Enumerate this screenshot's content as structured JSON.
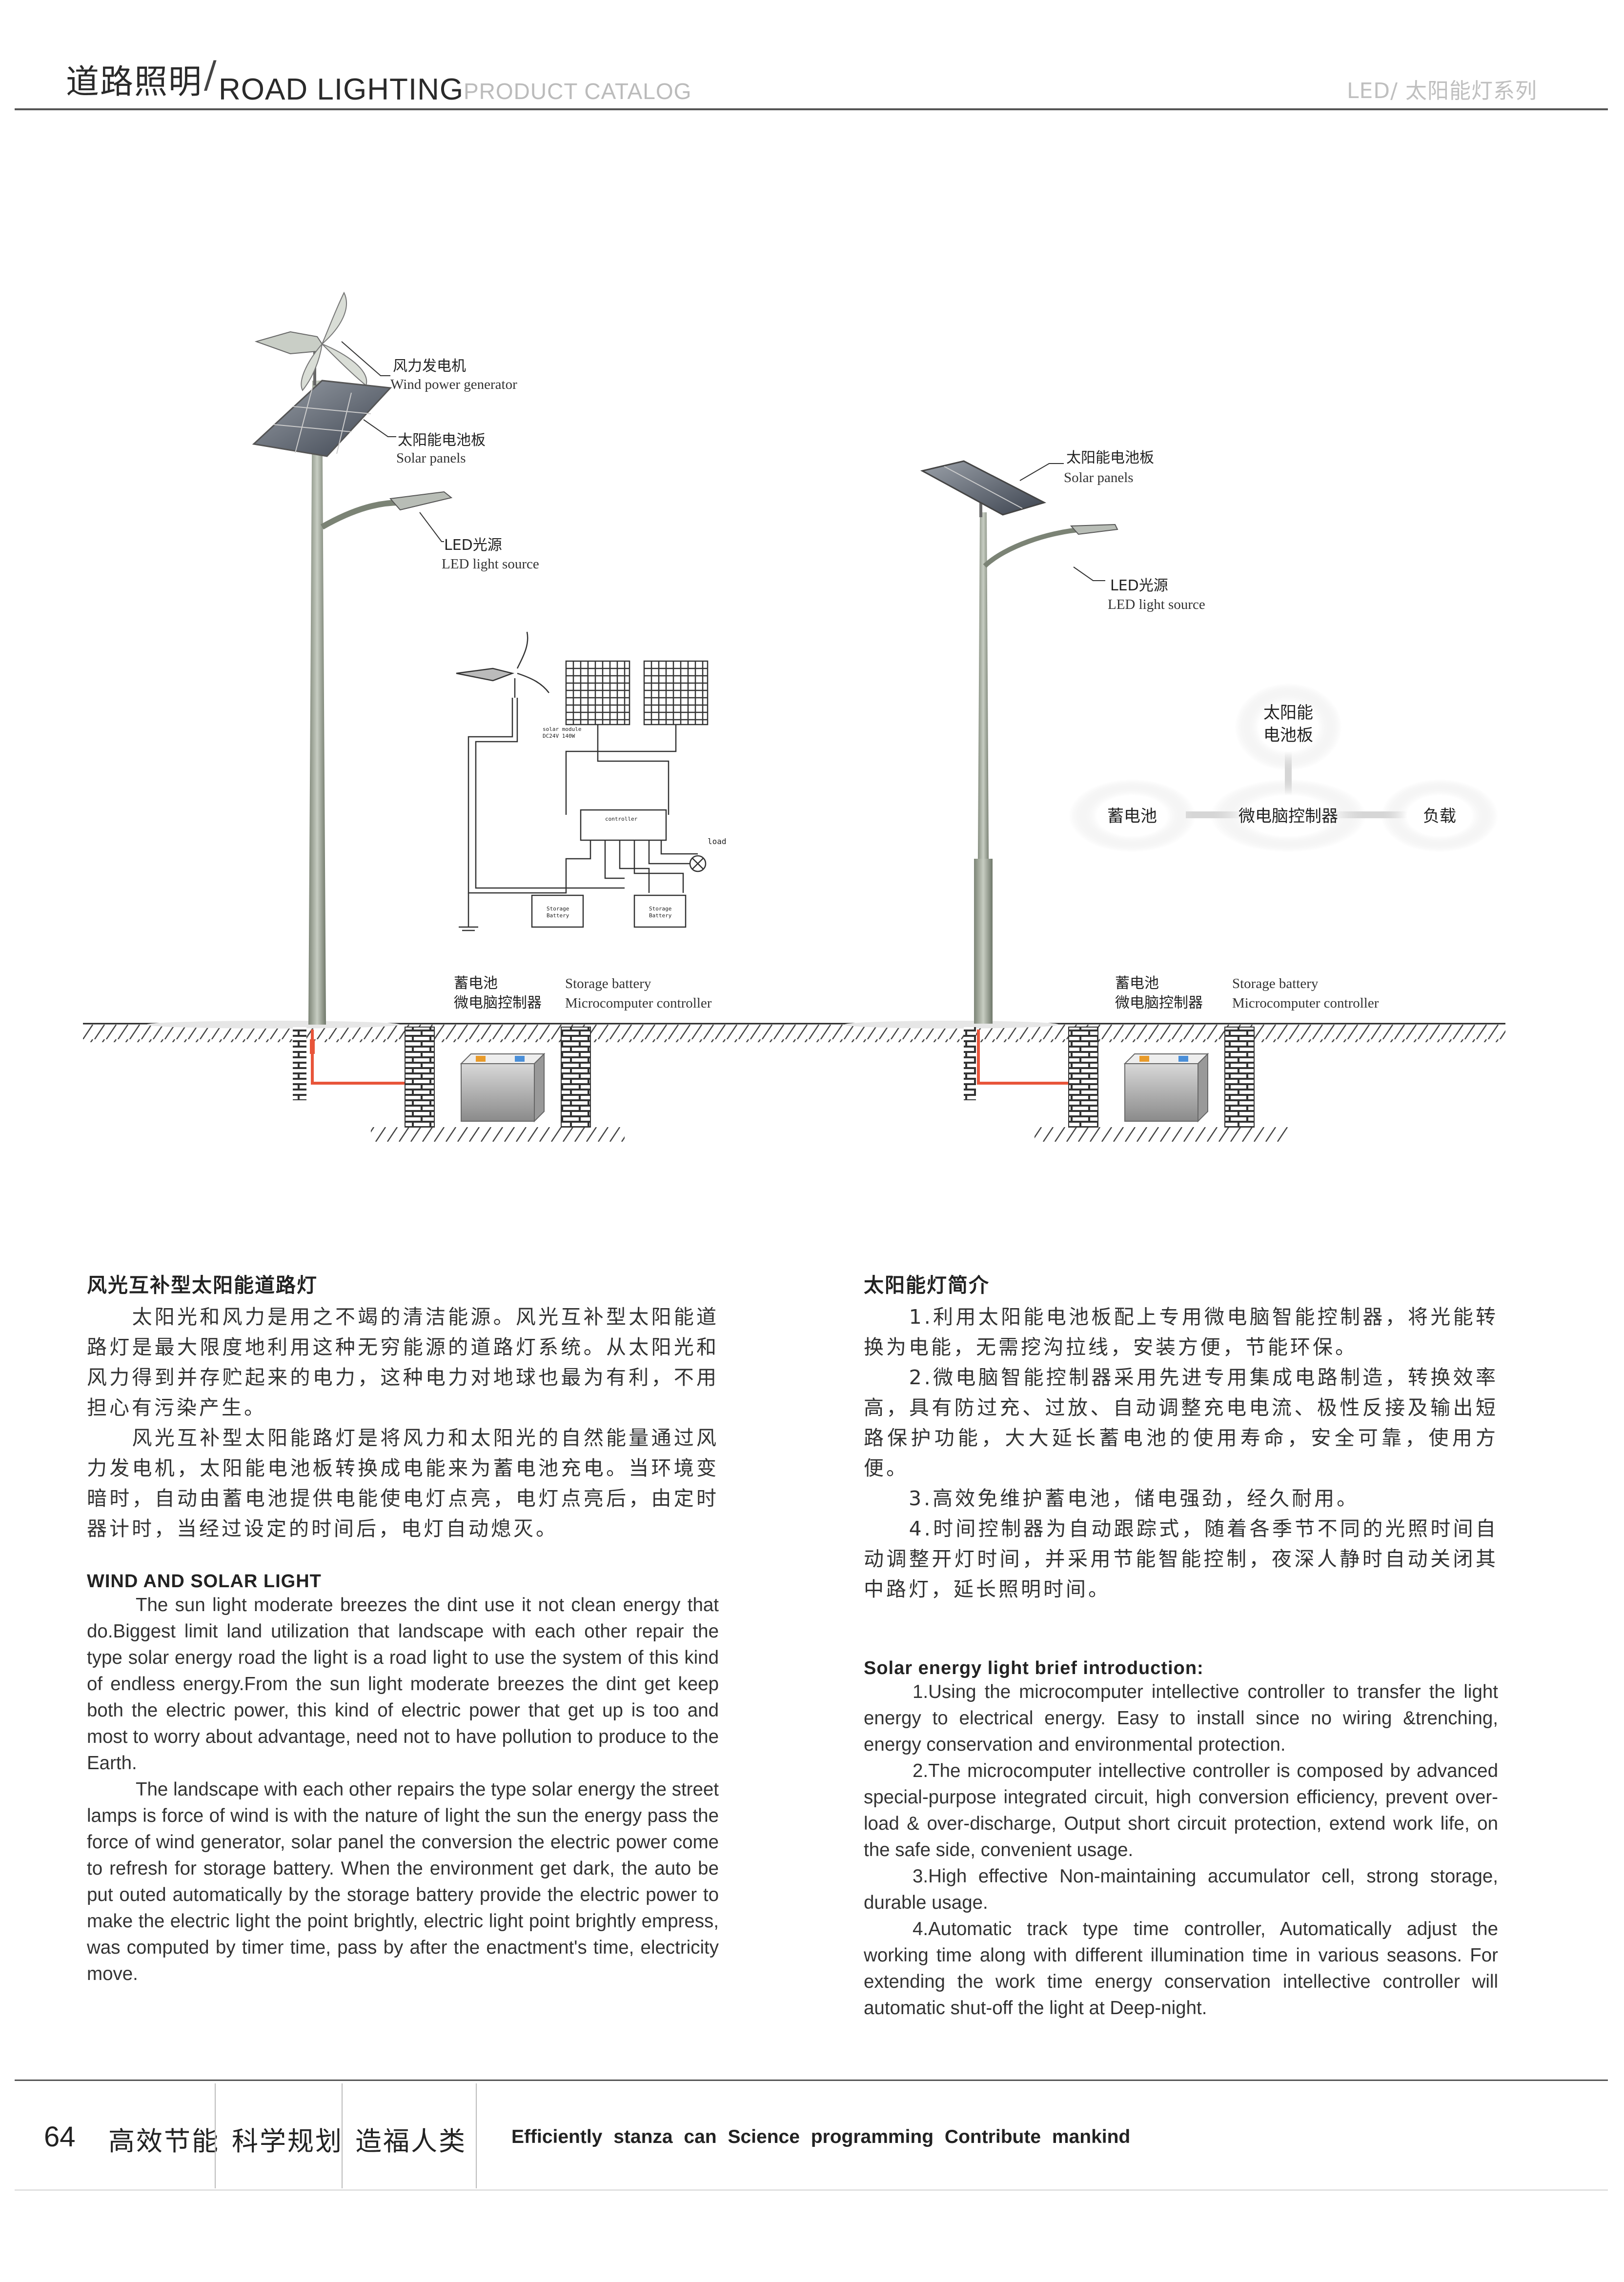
{
  "header": {
    "title_cn": "道路照明",
    "slash": "/",
    "title_en": "ROAD LIGHTING",
    "catalog": "PRODUCT CATALOG",
    "series": "LED/ 太阳能灯系列"
  },
  "diagram": {
    "left_labels": {
      "wind_cn": "风力发电机",
      "wind_en": "Wind power generator",
      "solar_cn": "太阳能电池板",
      "solar_en": "Solar panels",
      "led_cn": "LED光源",
      "led_en": "LED light source"
    },
    "right_labels": {
      "solar_cn": "太阳能电池板",
      "solar_en": "Solar panels",
      "led_cn": "LED光源",
      "led_en": "LED light source"
    },
    "ground_left": {
      "battery_cn": "蓄电池",
      "battery_en": "Storage battery",
      "controller_cn": "微电脑控制器",
      "controller_en": "Microcomputer controller"
    },
    "ground_right": {
      "battery_cn": "蓄电池",
      "battery_en": "Storage battery",
      "controller_cn": "微电脑控制器",
      "controller_en": "Microcomputer controller"
    },
    "schematic": {
      "module": "solar module",
      "module_spec": "DC24V 140W",
      "controller": "controller",
      "load": "load",
      "battery1": "Storage",
      "battery1b": "Battery",
      "battery2": "Storage",
      "battery2b": "Battery"
    },
    "flow": {
      "top_line1": "太阳能",
      "top_line2": "电池板",
      "left": "蓄电池",
      "center": "微电脑控制器",
      "right": "负载"
    }
  },
  "left_column": {
    "cn_title": "风光互补型太阳能道路灯",
    "cn_p1": "　　太阳光和风力是用之不竭的清洁能源。风光互补型太阳能道路灯是最大限度地利用这种无穷能源的道路灯系统。从太阳光和风力得到并存贮起来的电力，这种电力对地球也最为有利，不用担心有污染产生。",
    "cn_p2": "　　风光互补型太阳能路灯是将风力和太阳光的自然能量通过风力发电机，太阳能电池板转换成电能来为蓄电池充电。当环境变暗时，自动由蓄电池提供电能使电灯点亮，电灯点亮后，由定时器计时，当经过设定的时间后，电灯自动熄灭。",
    "en_title": "WIND AND SOLAR LIGHT",
    "en_p1": "The sun light moderate breezes the dint use it not clean energy that do.Biggest limit land utilization that landscape with each other repair the type solar energy road the light is a road light to use the system of this kind of endless energy.From the sun light moderate breezes the dint get keep both the electric power, this kind of electric power that get up is too and most to worry about advantage, need not to have pollution to produce to the Earth.",
    "en_p2": "The landscape with each other repairs the type solar energy the street lamps is force of wind is with the nature of light the sun the energy pass the force of wind generator, solar panel the conversion the electric power come to refresh for storage battery. When the environment get dark, the auto be put outed automatically by the storage battery provide the electric power to make the electric light the point brightly, electric light point brightly empress, was computed by timer time, pass by after the enactment's time, electricity move."
  },
  "right_column": {
    "cn_title": "太阳能灯简介",
    "cn_p1": "　　1.利用太阳能电池板配上专用微电脑智能控制器，将光能转换为电能，无需挖沟拉线，安装方便，节能环保。",
    "cn_p2": "　　2.微电脑智能控制器采用先进专用集成电路制造，转换效率高，具有防过充、过放、自动调整充电电流、极性反接及输出短路保护功能，大大延长蓄电池的使用寿命，安全可靠，使用方便。",
    "cn_p3": "　　3.高效免维护蓄电池，储电强劲，经久耐用。",
    "cn_p4": "　　4.时间控制器为自动跟踪式，随着各季节不同的光照时间自动调整开灯时间，并采用节能智能控制，夜深人静时自动关闭其中路灯，延长照明时间。",
    "en_title": "Solar energy light brief introduction:",
    "en_p1": "1.Using the microcomputer intellective controller to transfer the light energy to electrical energy. Easy to install since no wiring &trenching, energy conservation and environmental protection.",
    "en_p2": "2.The microcomputer intellective controller is composed by advanced special-purpose integrated circuit, high conversion efficiency, prevent over-load & over-discharge, Output short circuit protection, extend work life, on the safe side, convenient usage.",
    "en_p3": "3.High effective Non-maintaining accumulator cell, strong storage, durable usage.",
    "en_p4": "4.Automatic track type time controller, Automatically adjust the working time along with different illumination time in various seasons. For extending the work time energy conservation intellective controller will automatic shut-off the light at Deep-night."
  },
  "footer": {
    "page_number": "64",
    "slogan1": "高效节能",
    "slogan2": "科学规划",
    "slogan3": "造福人类",
    "slogan_en": "Efficiently stanza can   Science programming   Contribute mankind"
  }
}
